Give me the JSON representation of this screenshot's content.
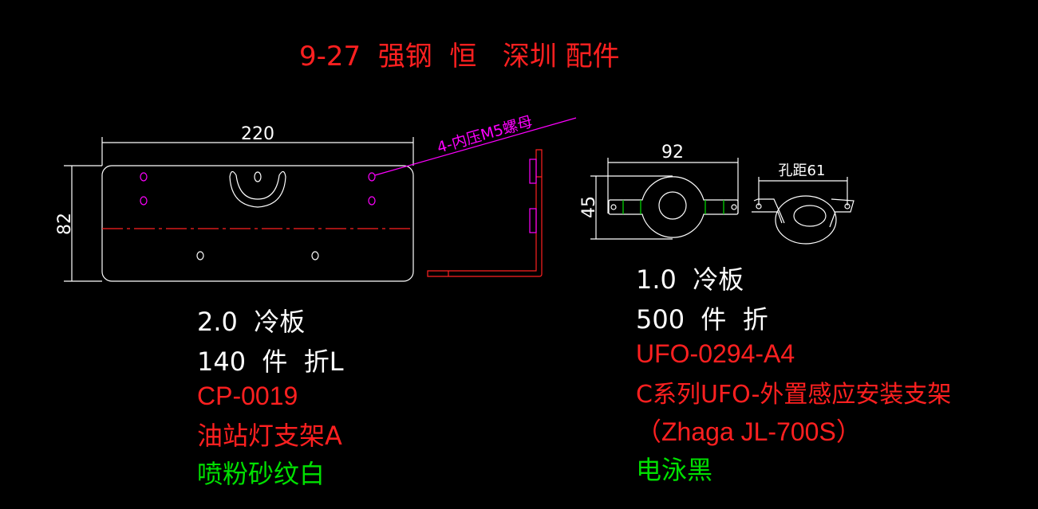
{
  "title": "9-27  强钢  恒   深圳 配件",
  "colors": {
    "background": "#000000",
    "white": "#ffffff",
    "red": "#ff2020",
    "magenta": "#ff00ff",
    "green": "#00e000"
  },
  "left_part": {
    "dim_width": "220",
    "dim_height": "82",
    "leader_note": "4-内压M5螺母",
    "lines": {
      "material": "2.0  冷板",
      "quantity": "140  件  折L",
      "part_no": "CP-0019",
      "name": "油站灯支架A",
      "finish": "喷粉砂纹白"
    }
  },
  "right_part": {
    "dim_width": "92",
    "dim_height": "45",
    "hole_spacing": "孔距61",
    "lines": {
      "material": "1.0  冷板",
      "quantity": "500  件  折",
      "part_no": "UFO-0294-A4",
      "name": "C系列UFO-外置感应安装支架",
      "model": "（Zhaga JL-700S）",
      "finish": "电泳黑"
    }
  }
}
